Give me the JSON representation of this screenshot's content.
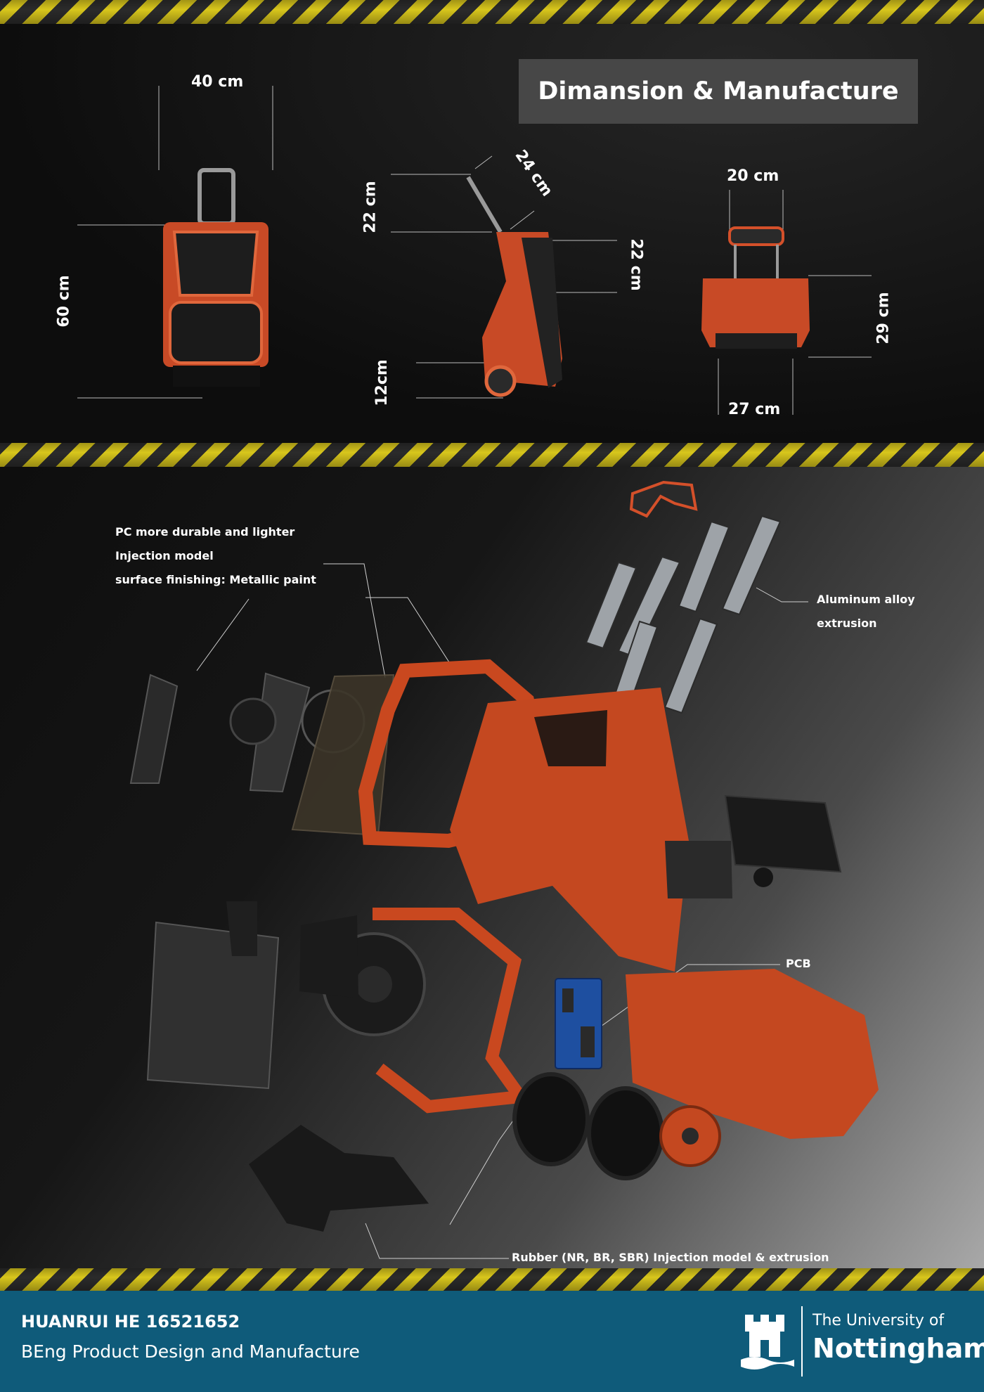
{
  "title": "Dimansion & Manufacture",
  "dimensions": {
    "front_width": "40 cm",
    "front_height": "60 cm",
    "side_handle_length": "24 cm",
    "side_handle_height": "22 cm",
    "side_body_height": "22 cm",
    "side_wheel_height": "12cm",
    "top_handle_width": "20 cm",
    "top_depth": "29 cm",
    "top_width": "27 cm"
  },
  "annotations": {
    "pc_line1": "PC  more durable and lighter",
    "pc_line2": "Injection model",
    "pc_line3": "surface finishing: Metallic paint",
    "aluminum_line1": "Aluminum alloy",
    "aluminum_line2": "extrusion",
    "pcb": "PCB",
    "rubber": "Rubber (NR, BR, SBR)  Injection model & extrusion"
  },
  "footer": {
    "student": "HUANRUI HE 16521652",
    "course": "BEng Product Design and Manufacture",
    "university_line1": "The University of",
    "university_line2": "Nottingham"
  },
  "colors": {
    "accent_orange": "#d4502a",
    "hazard_yellow": "#d8c61c",
    "footer_blue": "#0f5b7a",
    "title_box": "#474747"
  }
}
